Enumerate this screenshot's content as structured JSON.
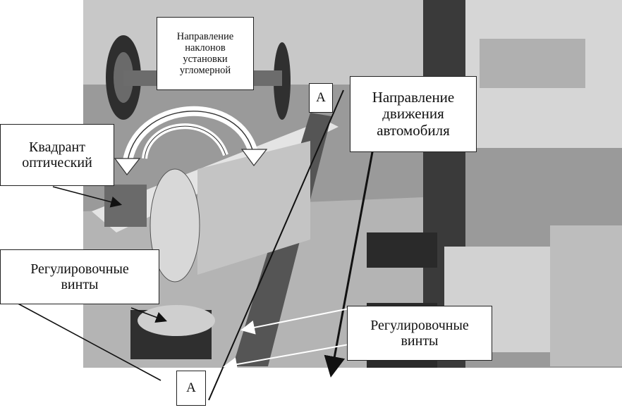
{
  "labels": {
    "tilt_direction": "Направление\nнаклонов\nустановки\nугломерной",
    "quadrant": "Квадрант\nоптический",
    "vehicle_direction": "Направление\nдвижения\nавтомобиля",
    "screws_left": "Регулировочные\nвинты",
    "screws_right": "Регулировочные\nвинты",
    "section_mark_top": "A",
    "section_mark_bottom": "A"
  },
  "colors": {
    "label_border": "#222222",
    "arrow_white": "#ffffff",
    "arrow_dark": "#111111"
  }
}
